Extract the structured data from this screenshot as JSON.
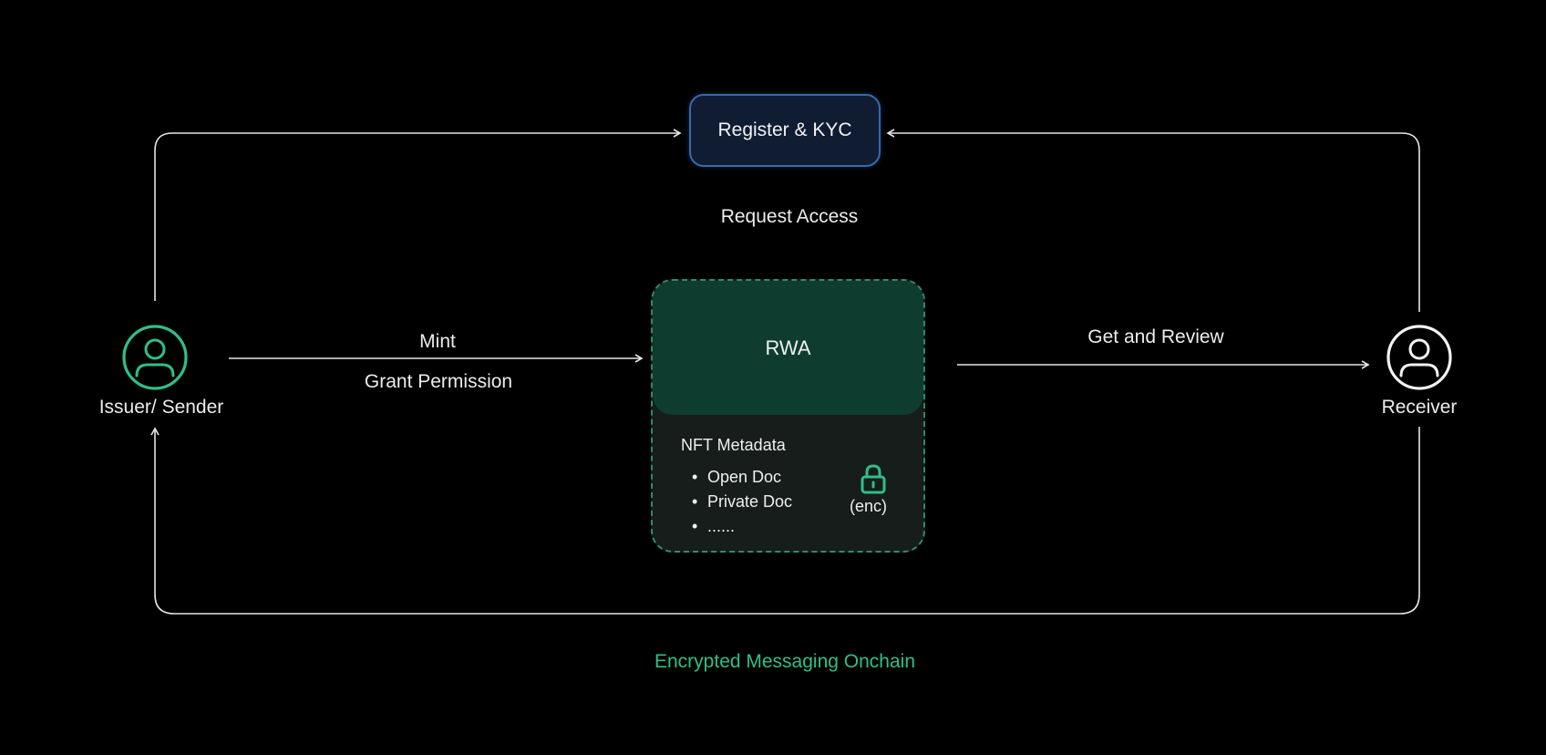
{
  "diagram": {
    "register_label": "Register & KYC",
    "request_access": "Request Access",
    "mint": "Mint",
    "grant_permission": "Grant Permission",
    "get_and_review": "Get and Review",
    "issuer_label": "Issuer/ Sender",
    "receiver_label": "Receiver",
    "rwa_label": "RWA",
    "metadata_title": "NFT Metadata",
    "metadata_items": [
      "Open Doc",
      "Private Doc",
      "......"
    ],
    "bullet": "•",
    "enc_label": "(enc)",
    "footer": "Encrypted Messaging Onchain"
  },
  "colors": {
    "background": "#000000",
    "accent_green": "#2fbf88",
    "line": "#e6e6e6",
    "register_border": "#3a68a8",
    "rwa_head": "#0e3d30"
  },
  "icons": {
    "issuer": "user-circle-icon",
    "receiver": "user-circle-icon",
    "lock": "lock-icon"
  }
}
